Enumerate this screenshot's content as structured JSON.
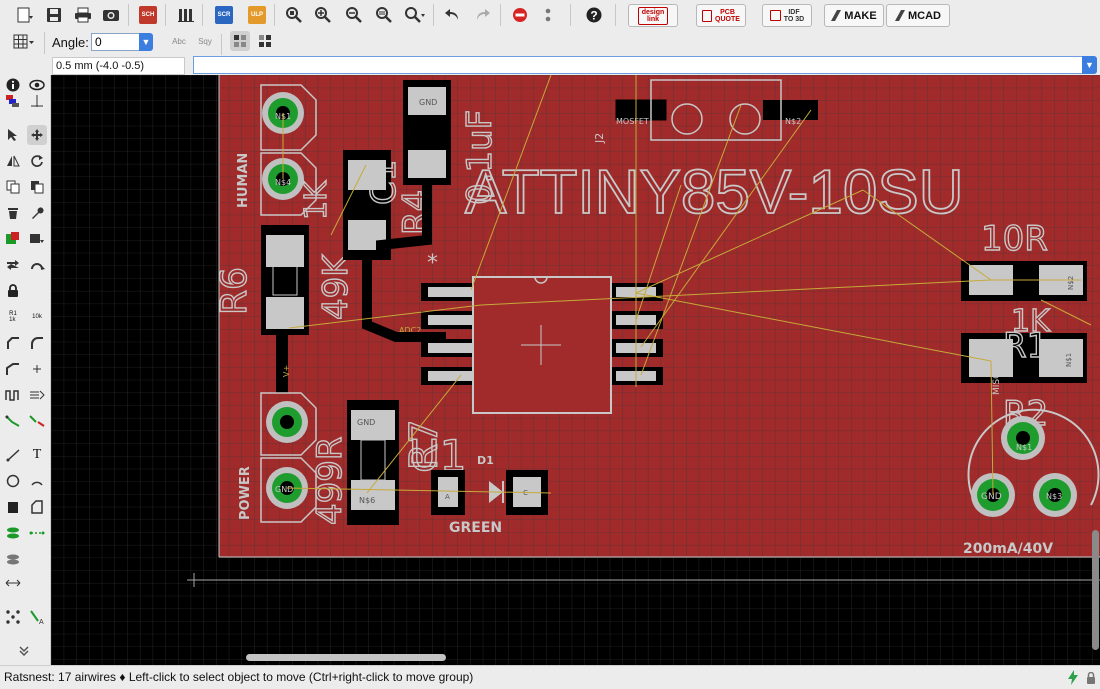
{
  "toolbar": {
    "badges": {
      "sch": "SCH",
      "scr": "SCR",
      "ulp": "ULP",
      "design_link_top": "design",
      "design_link_bottom": "link",
      "pcb_quote_top": "PCB",
      "pcb_quote_bottom": "QUOTE",
      "idf_top": "IDF",
      "idf_bottom": "TO 3D",
      "make": "MAKE",
      "mcad": "MCAD"
    }
  },
  "params": {
    "angle_label": "Angle:",
    "angle_value": "0",
    "text_style_label": "Abc",
    "sqy_label": "Sqy"
  },
  "coords": "0.5 mm (-4.0 -0.5)",
  "command": {
    "value": ""
  },
  "board": {
    "big_title": "ATTINY85V-10SU",
    "comp": {
      "r6": "R6",
      "r6_val": "49K",
      "r4": "R4",
      "r4_val": "1K",
      "c1": "C1",
      "c1_val": "0.1uF",
      "r7": "R7",
      "r7_val": "499R",
      "u1": "U1",
      "d1": "D1",
      "green": "GREEN",
      "r1": "R1",
      "r1_val": "1K",
      "r_10r": "10R",
      "r2": "R2",
      "j2": "J2",
      "human": "HUMAN",
      "power": "POWER",
      "rating": "200mA/40V",
      "gnd": "GND",
      "adc2": "ADC2",
      "n1": "N$1",
      "n2": "N$2",
      "n4": "N$4",
      "n3": "N$3",
      "n5": "N$5",
      "n6": "N$6",
      "vplus": "V+",
      "mosfet": "MOSFET",
      "misc_pwm1": "MISC-PWM1",
      "c_lbl": "C",
      "a_lbl": "A"
    }
  },
  "status": {
    "text": "Ratsnest: 17 airwires  ♦ Left-click to select object to move (Ctrl+right-click to move group)"
  },
  "colors": {
    "board": "#a12a2a",
    "pad": "#1e9c2e",
    "pad_ring": "#b9b9b9",
    "silk": "#c8c8c8",
    "airwire": "#c6aa3a"
  }
}
